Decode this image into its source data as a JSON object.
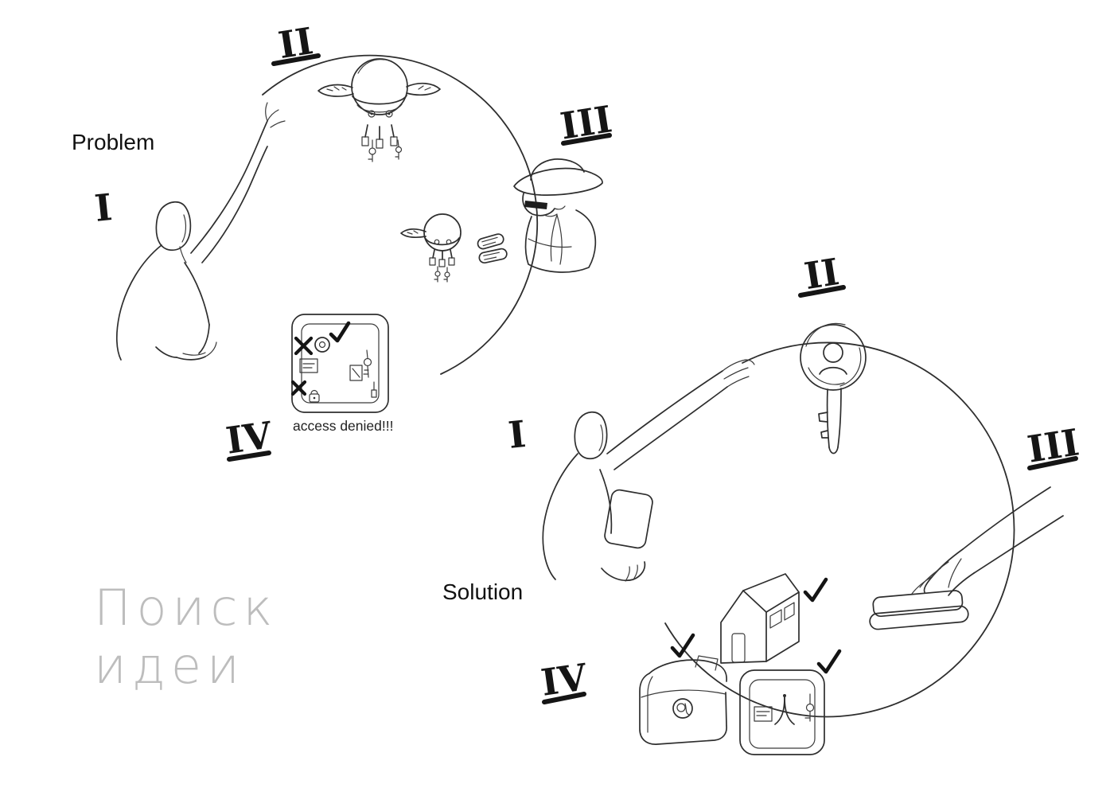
{
  "colors": {
    "ink": "#2e2e2e",
    "numeral": "#151515",
    "watermark_gray": "#bdbdbd",
    "background": "#ffffff"
  },
  "problem": {
    "title": "Problem",
    "access_denied": "access denied!!!",
    "numerals": {
      "one": "I",
      "two": "II",
      "three": "III",
      "four": "IV"
    }
  },
  "solution": {
    "title": "Solution",
    "numerals": {
      "one": "I",
      "two": "II",
      "three": "III",
      "four": "IV"
    }
  },
  "watermark": {
    "line1": "Поиск",
    "line2": "идеи"
  }
}
